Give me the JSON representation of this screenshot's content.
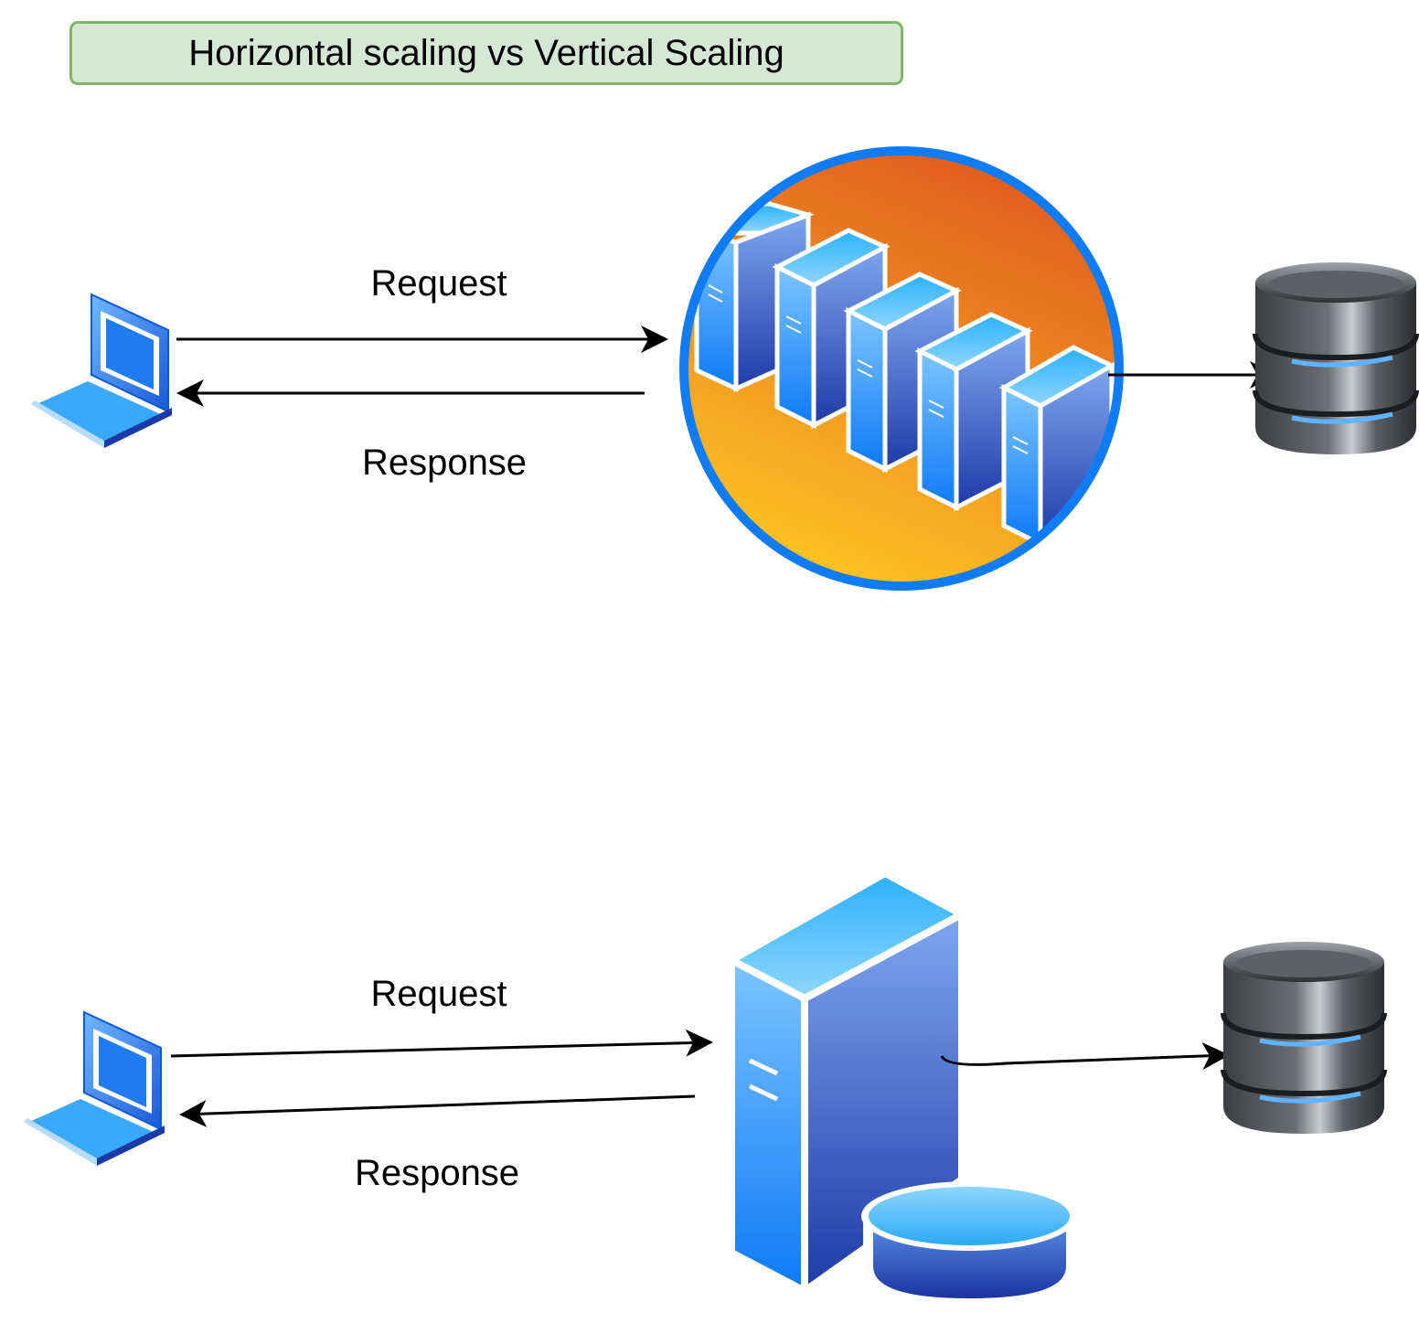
{
  "title": "Horizontal scaling vs Vertical Scaling",
  "horizontal": {
    "request_label": "Request",
    "response_label": "Response",
    "client_icon": "laptop-icon",
    "server_icon": "server-farm-icon",
    "database_icon": "database-icon"
  },
  "vertical": {
    "request_label": "Request",
    "response_label": "Response",
    "client_icon": "laptop-icon",
    "server_icon": "server-with-storage-icon",
    "database_icon": "database-icon"
  },
  "colors": {
    "title_fill": "#d5e8d4",
    "title_stroke": "#82b366",
    "ring": "#0f7bf5",
    "orange_top": "#e05d1f",
    "orange_bottom": "#fdc324",
    "server_light": "#39b5fb",
    "server_dark": "#1234a3"
  }
}
